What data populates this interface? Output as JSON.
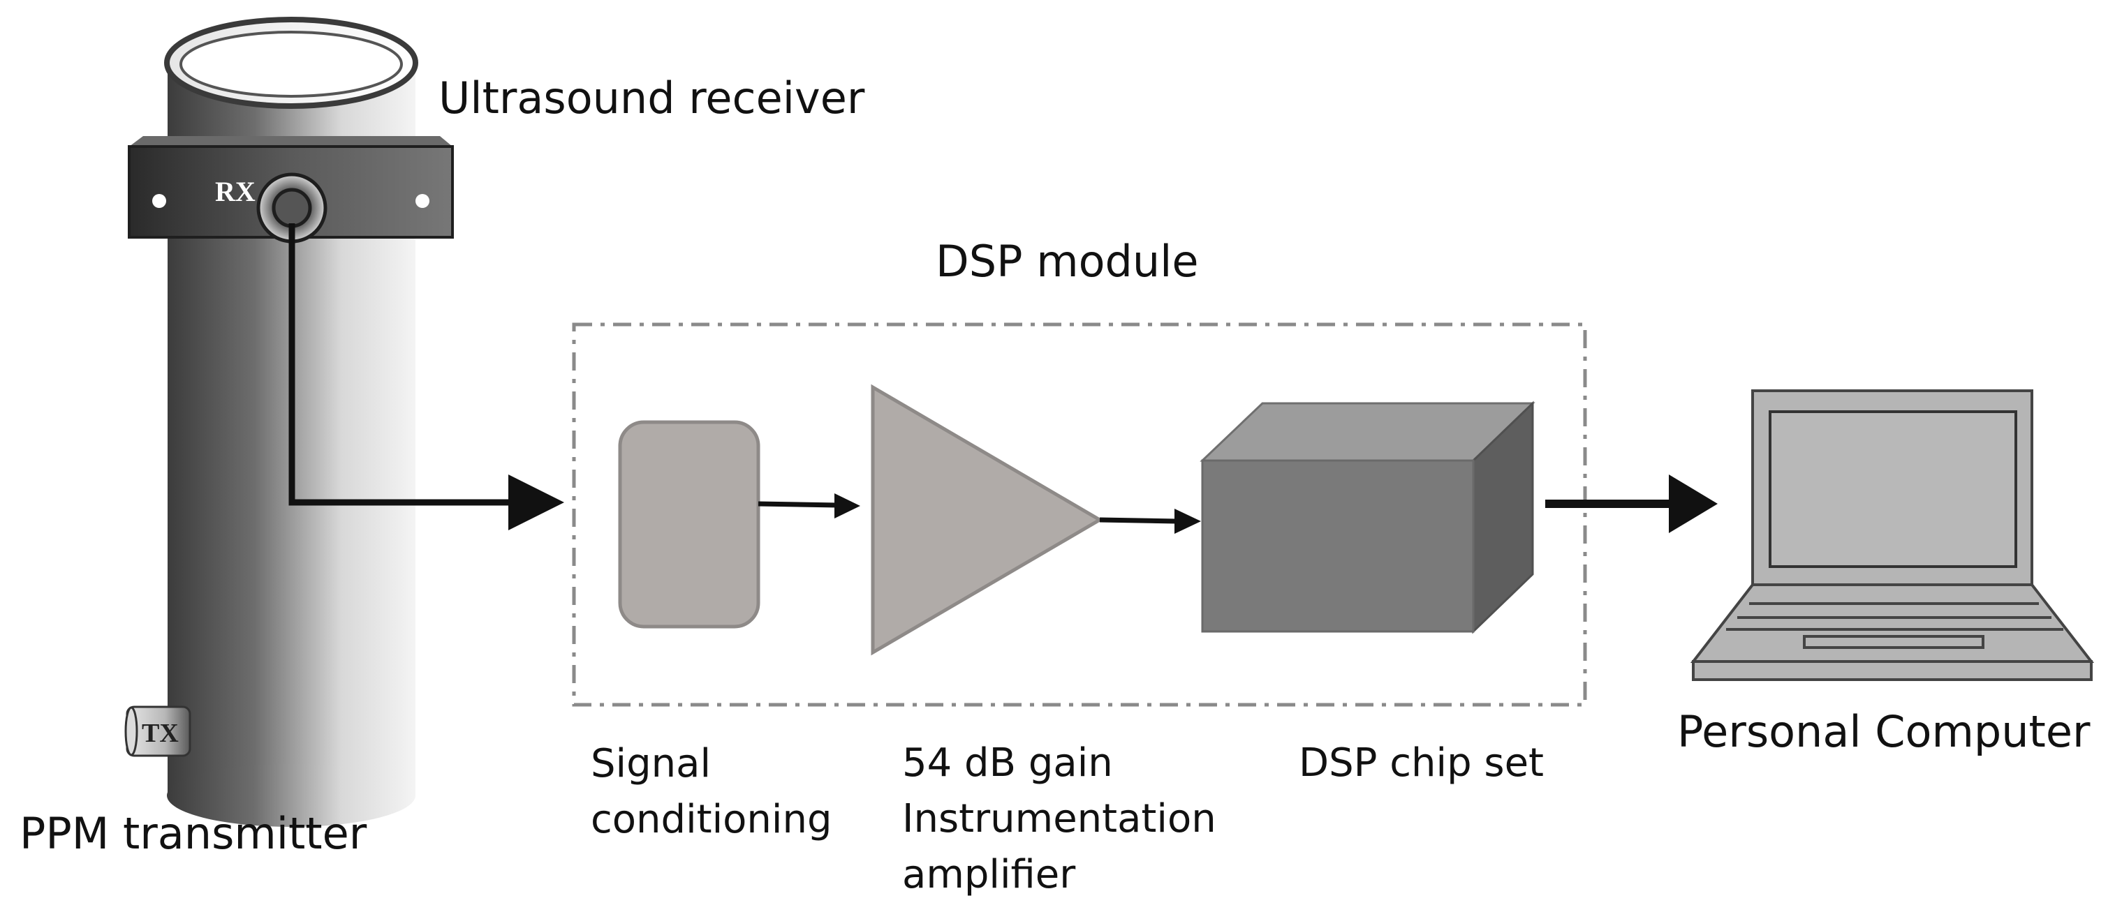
{
  "labels": {
    "ultrasound_receiver": "Ultrasound receiver",
    "dsp_module": "DSP module",
    "ppm_transmitter": "PPM transmitter",
    "personal_computer": "Personal Computer",
    "signal_conditioning_line1": "Signal",
    "signal_conditioning_line2": "conditioning",
    "amplifier_line1": "54 dB gain",
    "amplifier_line2": "Instrumentation",
    "amplifier_line3": "amplifier",
    "dsp_chip_set": "DSP chip set",
    "rx": "RX",
    "tx": "TX"
  },
  "colors": {
    "block_fill": "#b0aba8",
    "block_stroke": "#8e8a88",
    "cube_front": "#7a7a7a",
    "cube_top": "#9c9c9c",
    "cube_side": "#5e5e5e",
    "dash_border": "#8a8a8a",
    "arrow": "#111111"
  }
}
